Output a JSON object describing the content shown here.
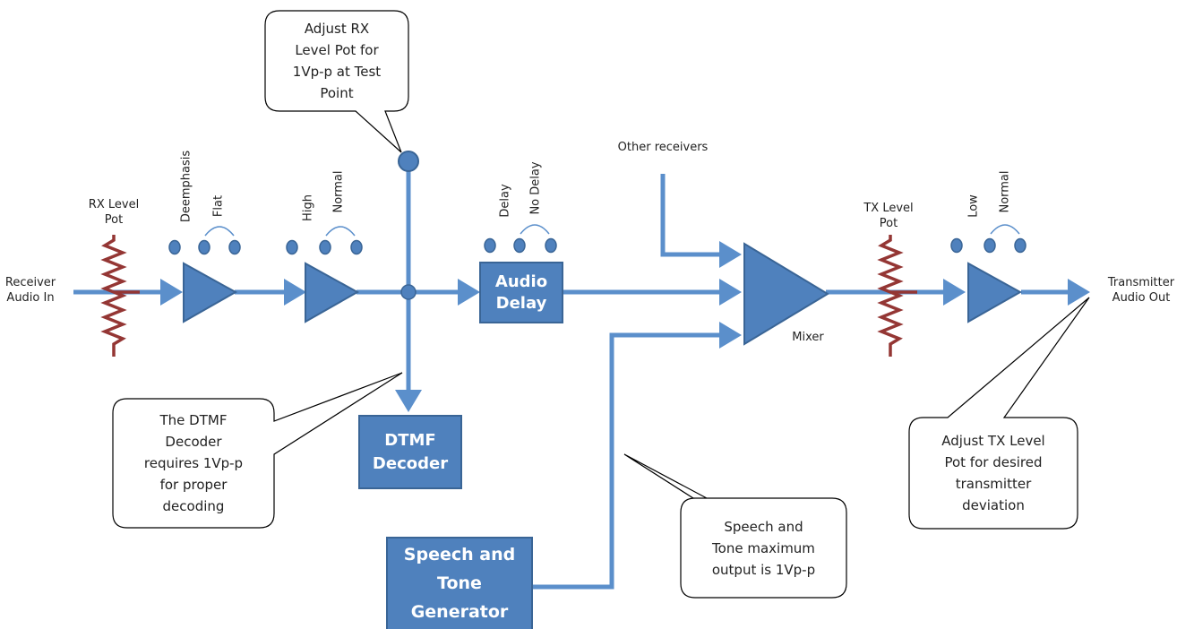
{
  "colors": {
    "line": "#5b8fcb",
    "block_fill": "#4f81bd",
    "block_stroke": "#3a6596",
    "resistor": "#943634"
  },
  "input": {
    "label": "Receiver\nAudio In"
  },
  "output": {
    "label": "Transmitter\nAudio Out"
  },
  "rx_pot": {
    "label": "RX Level\nPot"
  },
  "tx_pot": {
    "label": "TX Level\nPot"
  },
  "amp1": {
    "options": [
      "Deemphasis",
      "Flat"
    ]
  },
  "amp2": {
    "options": [
      "High",
      "Normal"
    ]
  },
  "delay": {
    "block": "Audio\nDelay",
    "options": [
      "Delay",
      "No Delay"
    ]
  },
  "amp3": {
    "options": [
      "Low",
      "Normal"
    ]
  },
  "other_receivers": {
    "label": "Other receivers"
  },
  "mixer": {
    "label": "Mixer"
  },
  "dtmf": {
    "block": "DTMF\nDecoder"
  },
  "speech": {
    "block": "Speech and\nTone\nGenerator"
  },
  "callouts": {
    "rx_adjust": "Adjust RX\nLevel Pot for\n1Vp-p at Test\nPoint",
    "dtmf_note": "The DTMF\nDecoder\nrequires 1Vp-p\nfor proper\ndecoding",
    "speech_note": "Speech and\nTone maximum\noutput is 1Vp-p",
    "tx_adjust": "Adjust TX Level\nPot for desired\ntransmitter\ndeviation"
  }
}
